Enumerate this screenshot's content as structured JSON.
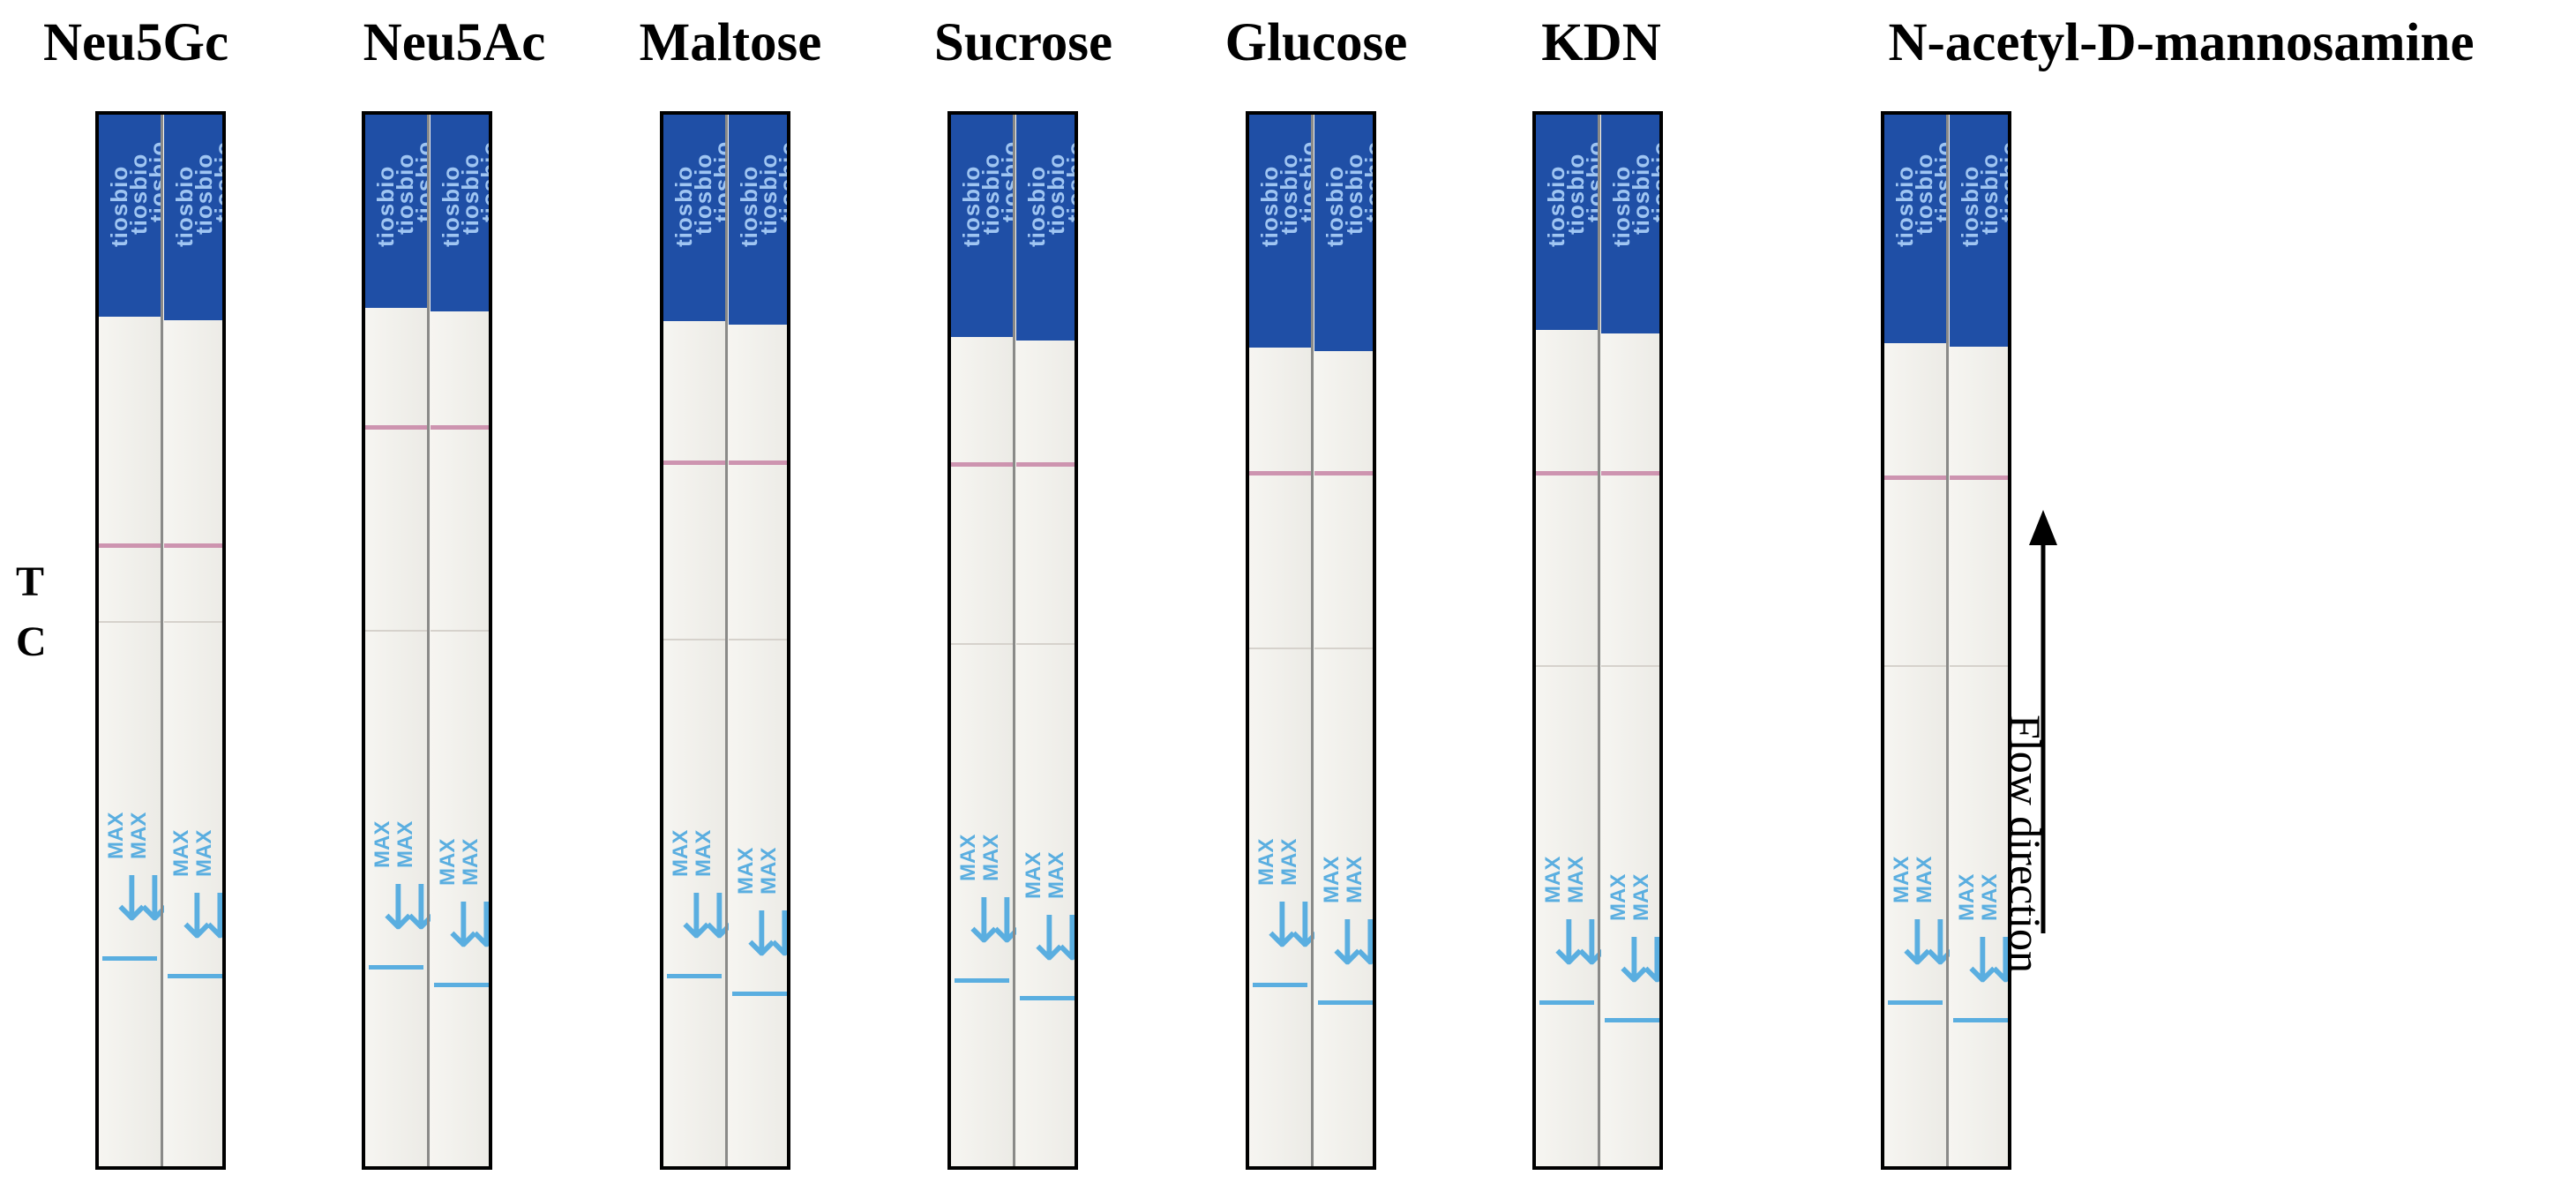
{
  "samples": [
    {
      "name": "Neu5Gc",
      "test_line": false,
      "control_line": true
    },
    {
      "name": "Neu5Ac",
      "test_line": true,
      "control_line": false
    },
    {
      "name": "Maltose",
      "test_line": true,
      "control_line": false
    },
    {
      "name": "Sucrose",
      "test_line": true,
      "control_line": false
    },
    {
      "name": "Glucose",
      "test_line": true,
      "control_line": false
    },
    {
      "name": "KDN",
      "test_line": true,
      "control_line": false
    },
    {
      "name": "N-acetyl-D-mannosamine",
      "test_line": true,
      "control_line": false
    }
  ],
  "line_labels": {
    "test": "T",
    "control": "C"
  },
  "brand_text": "tiosbio",
  "max_text": "MAX",
  "flow": {
    "label": "Flow direction"
  },
  "colors": {
    "cap": "#1f4fa6",
    "band": "#c98aa8",
    "max_marking": "#5aaee0",
    "text": "#000000"
  }
}
